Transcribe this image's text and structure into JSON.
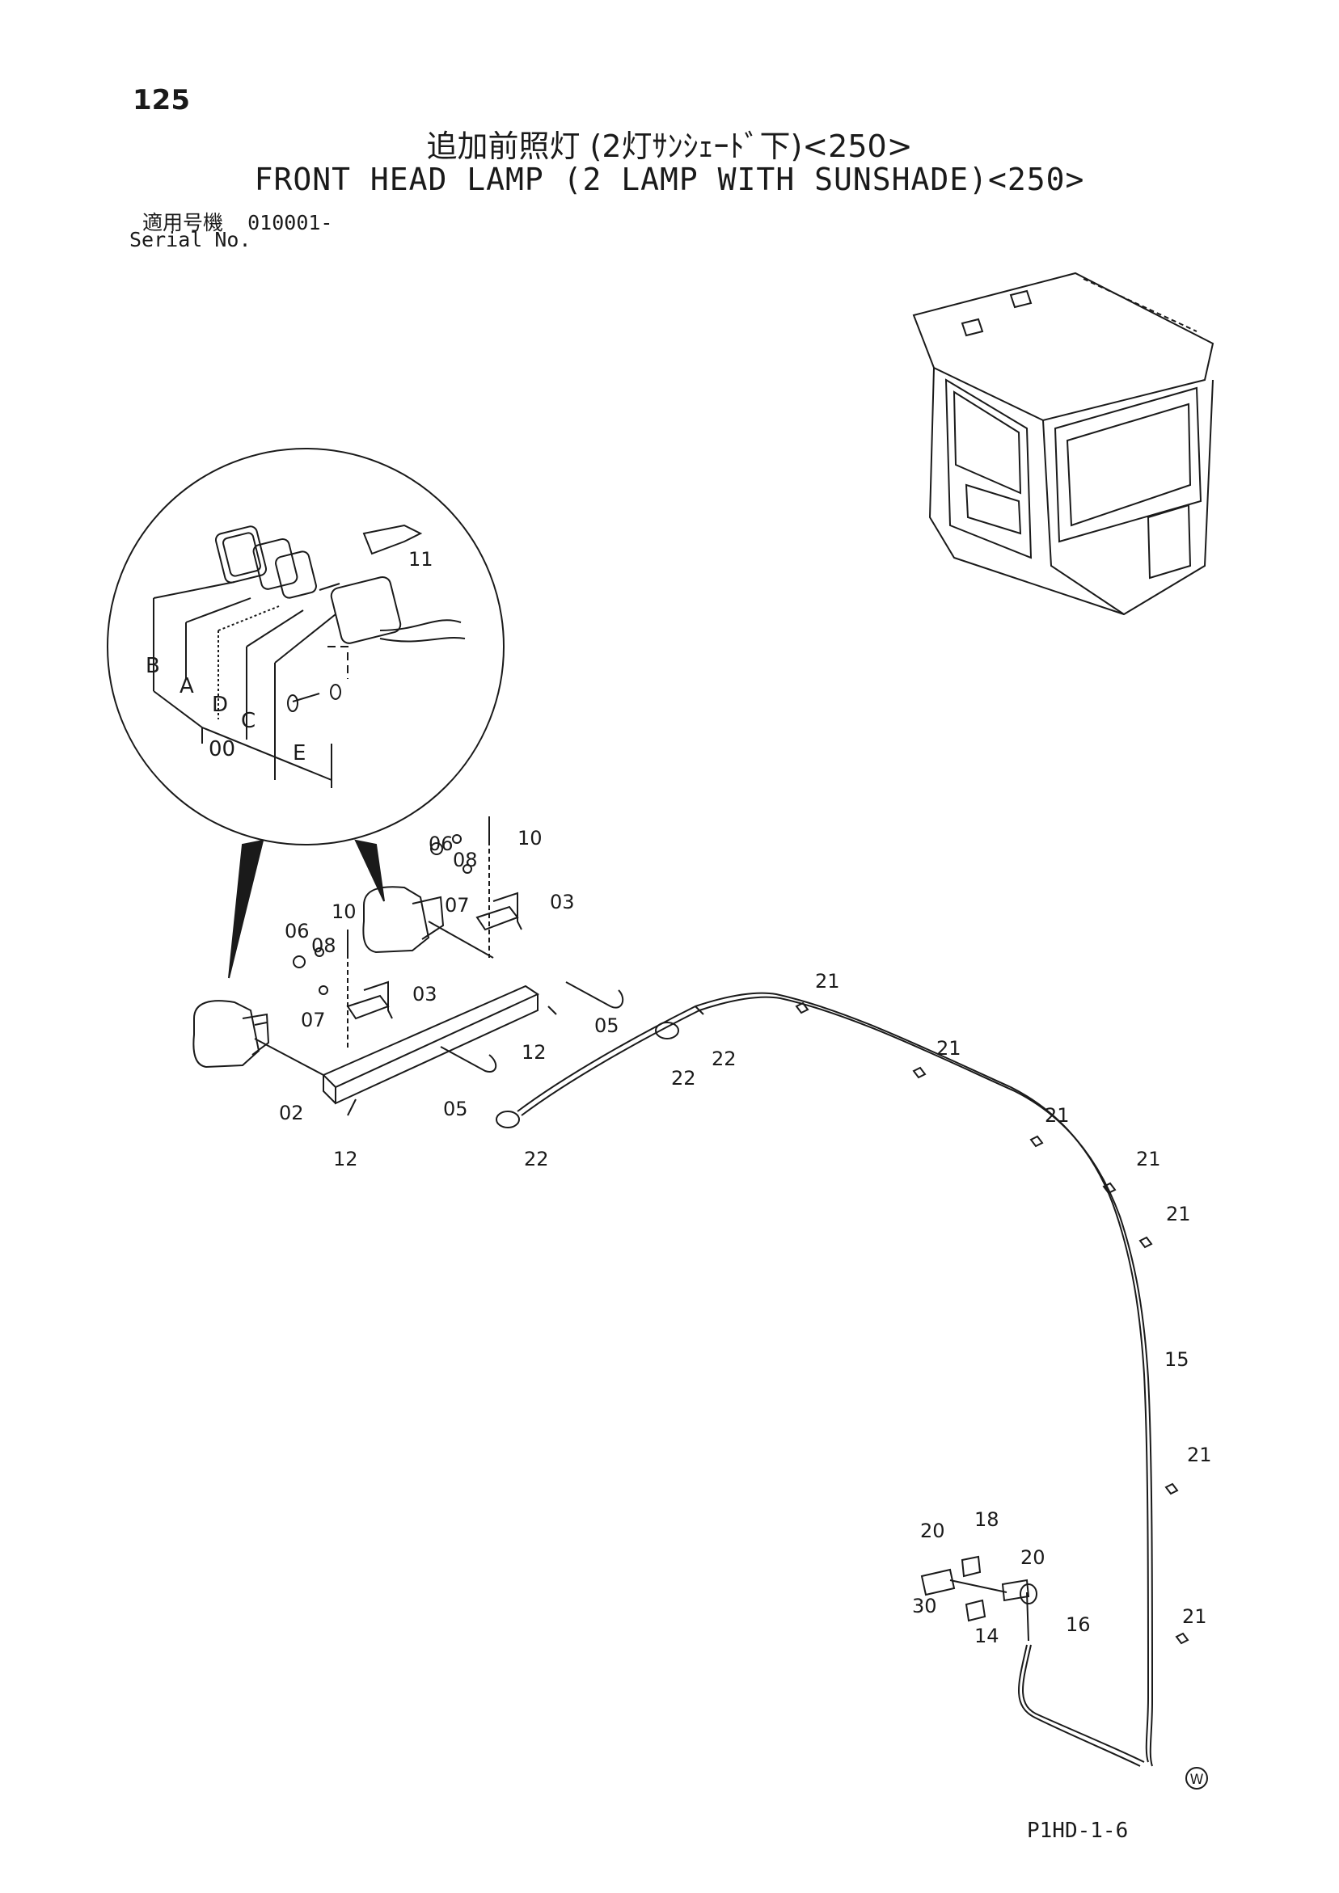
{
  "header": {
    "page_number": "125",
    "title_jp": "追加前照灯 (2灯ｻﾝｼｪｰﾄﾞ下)<250>",
    "title_en": "FRONT HEAD LAMP (2 LAMP WITH SUNSHADE)<250>",
    "serial_label_jp": "適用号機",
    "serial_value": "010001-",
    "serial_label_en": "Serial No."
  },
  "detail_labels": {
    "B": "B",
    "A": "A",
    "D": "D",
    "C": "C",
    "E": "E",
    "zero": "00",
    "p11": "11"
  },
  "callouts": {
    "c06a": "06",
    "c08a": "08",
    "c10a": "10",
    "c03a": "03",
    "c07a": "07",
    "c05a": "05",
    "c06b": "06",
    "c08b": "08",
    "c10b": "10",
    "c07b": "07",
    "c03b": "03",
    "c12a": "12",
    "c02": "02",
    "c05b": "05",
    "c12b": "12",
    "c22a": "22",
    "c22b": "22",
    "c22c": "22",
    "c21a": "21",
    "c21b": "21",
    "c21c": "21",
    "c21d": "21",
    "c21e": "21",
    "c21f": "21",
    "c21g": "21",
    "c15": "15",
    "c20a": "20",
    "c18": "18",
    "c20b": "20",
    "c30": "30",
    "c14": "14",
    "c16": "16"
  },
  "footer": {
    "w_mark": "W",
    "doc_code": "P1HD-1-6"
  },
  "colors": {
    "ink": "#1a1a1a",
    "paper": "#ffffff"
  }
}
